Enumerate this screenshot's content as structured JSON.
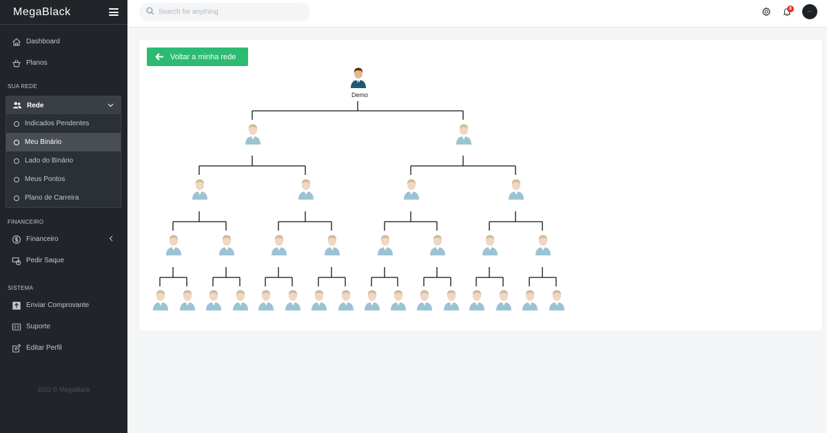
{
  "app": {
    "brand": "MegaBlack"
  },
  "search": {
    "placeholder": "Search for anything"
  },
  "sidebar": {
    "top_items": [
      {
        "label": "Dashboard",
        "icon": "home-icon"
      },
      {
        "label": "Planos",
        "icon": "basket-icon"
      }
    ],
    "sections": {
      "rede": "SUA REDE",
      "financeiro": "FINANCEIRO",
      "sistema": "SISTEMA"
    },
    "rede_group": {
      "label": "Rede",
      "icon": "users-icon",
      "items": [
        {
          "label": "Indicados Pendentes",
          "active": false
        },
        {
          "label": "Meu Binário",
          "active": true
        },
        {
          "label": "Lado do Binário",
          "active": false
        },
        {
          "label": "Meus Pontos",
          "active": false
        },
        {
          "label": "Plano de Carreira",
          "active": false
        }
      ]
    },
    "financeiro_items": [
      {
        "label": "Financeiro",
        "icon": "dollar-circle-icon"
      },
      {
        "label": "Pedir Saque",
        "icon": "withdraw-icon"
      }
    ],
    "sistema_items": [
      {
        "label": "Enviar Comprovante",
        "icon": "upload-icon"
      },
      {
        "label": "Suporte",
        "icon": "support-icon"
      },
      {
        "label": "Editar Perfil",
        "icon": "edit-icon"
      }
    ],
    "footer": "2022 © MegaBlack"
  },
  "topbar": {
    "notification_count": "8"
  },
  "main": {
    "back_button": "Voltar a minha rede",
    "root_label": "Demo"
  },
  "colors": {
    "sidebar_bg": "#212529",
    "accent_green": "#2dbb72",
    "badge_red": "#e3342f"
  }
}
